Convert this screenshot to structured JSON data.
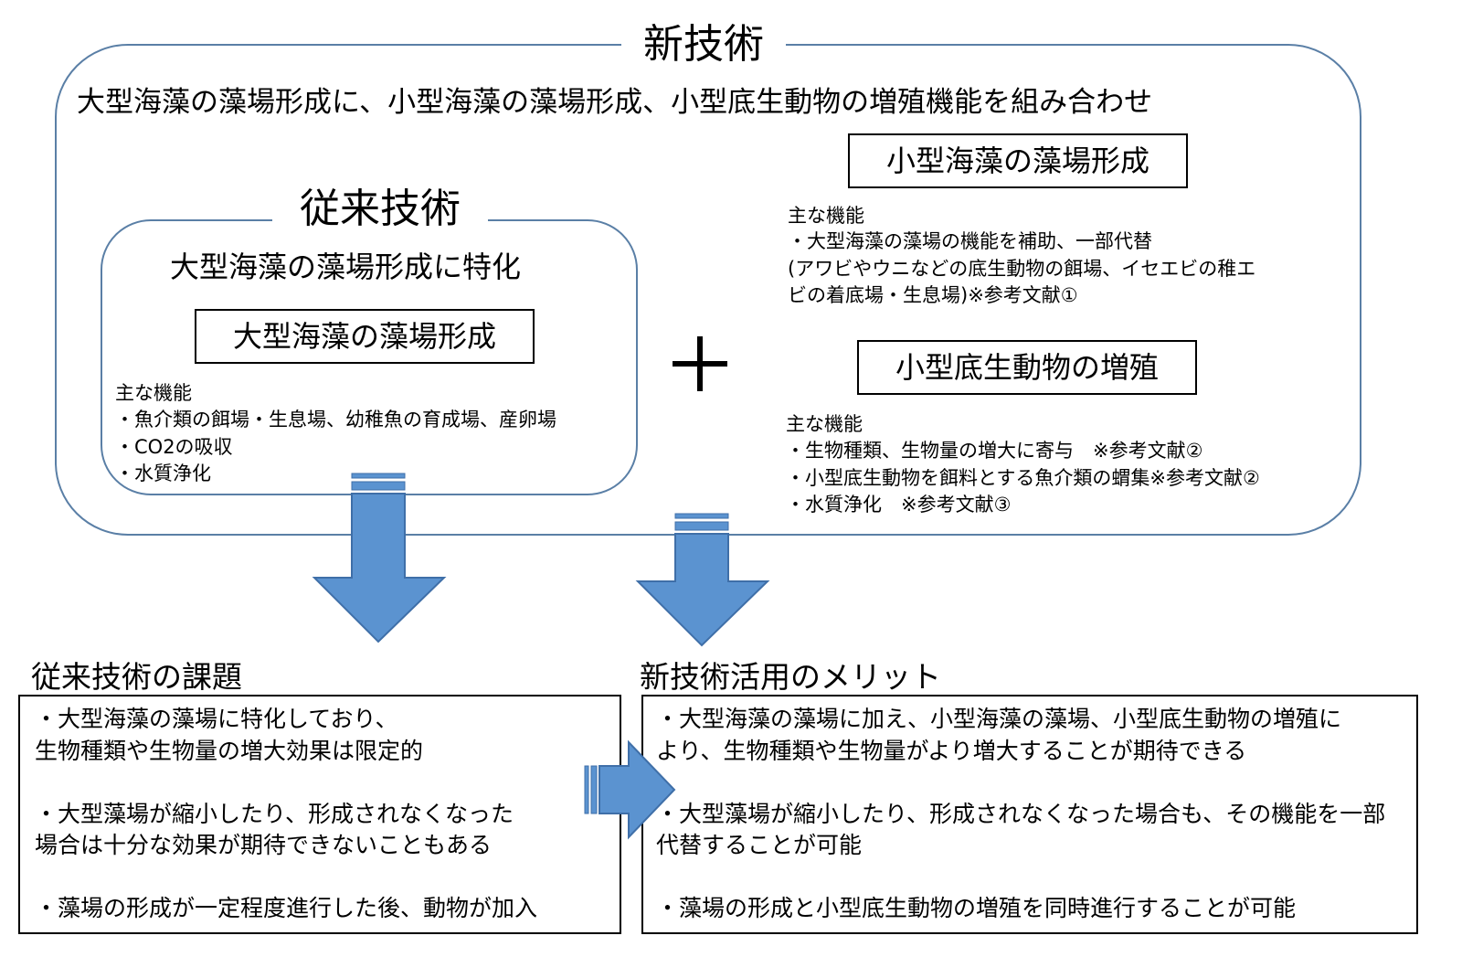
{
  "new_tech": {
    "title": "新技術",
    "subtitle": "大型海藻の藻場形成に、小型海藻の藻場形成、小型底生動物の増殖機能を組み合わせ"
  },
  "conventional": {
    "title": "従来技術",
    "subtitle": "大型海藻の藻場形成に特化",
    "box_label": "大型海藻の藻場形成",
    "functions_heading": "主な機能",
    "functions": [
      "・魚介類の餌場・生息場、幼稚魚の育成場、産卵場",
      "・CO2の吸収",
      "・水質浄化"
    ]
  },
  "plus_symbol": "+",
  "small_seaweed": {
    "box_label": "小型海藻の藻場形成",
    "functions_heading": "主な機能",
    "functions": [
      "・大型海藻の藻場の機能を補助、一部代替",
      "(アワビやウニなどの底生動物の餌場、イセエビの稚エ",
      "ビの着底場・生息場)※参考文献①"
    ]
  },
  "benthos": {
    "box_label": "小型底生動物の増殖",
    "functions_heading": "主な機能",
    "functions": [
      "・生物種類、生物量の増大に寄与　※参考文献②",
      "・小型底生動物を餌料とする魚介類の蝟集※参考文献②",
      "・水質浄化　※参考文献③"
    ]
  },
  "issues": {
    "title": "従来技術の課題",
    "lines": [
      "・大型海藻の藻場に特化しており、",
      "生物種類や生物量の増大効果は限定的",
      "",
      "・大型藻場が縮小したり、形成されなくなった",
      "場合は十分な効果が期待できないこともある",
      "",
      "・藻場の形成が一定程度進行した後、動物が加入"
    ]
  },
  "merits": {
    "title": "新技術活用のメリット",
    "lines": [
      "・大型海藻の藻場に加え、小型海藻の藻場、小型底生動物の増殖に",
      "より、生物種類や生物量がより増大することが期待できる",
      "",
      "・大型藻場が縮小したり、形成されなくなった場合も、その機能を一部",
      "代替することが可能",
      "",
      "・藻場の形成と小型底生動物の増殖を同時進行することが可能"
    ]
  },
  "colors": {
    "frame": "#5a7fa6",
    "arrow_fill": "#5b93d0",
    "arrow_stroke": "#3f6fa8"
  }
}
